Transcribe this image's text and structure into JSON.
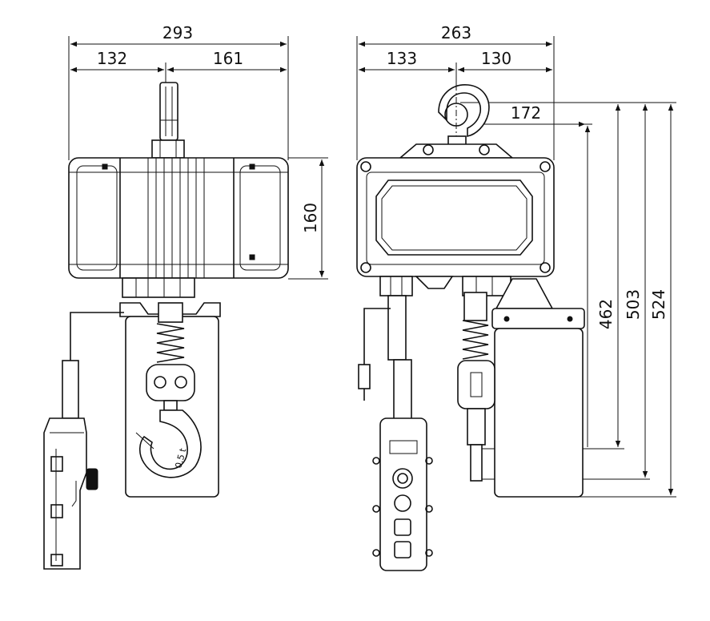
{
  "left_view": {
    "overall_width": "293",
    "left_offset": "132",
    "right_offset": "161",
    "body_height": "160",
    "hook_rating": "0.5 t"
  },
  "right_view": {
    "overall_width": "263",
    "left_offset": "133",
    "right_offset": "130",
    "hook_offset": "172",
    "height_1": "462",
    "height_2": "503",
    "height_3": "524"
  }
}
